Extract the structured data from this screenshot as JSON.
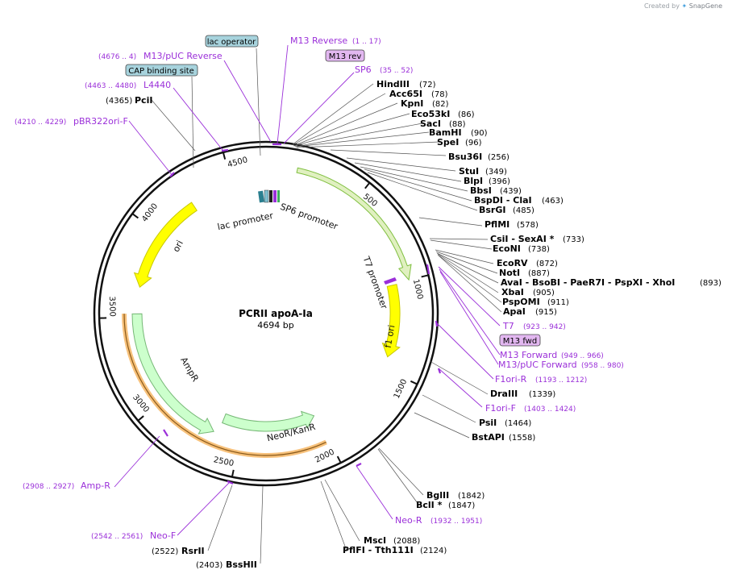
{
  "credit": {
    "prefix": "Created by",
    "brand": "SnapGene"
  },
  "plasmid": {
    "name": "PCRII apoA-Ia",
    "length_label": "4694 bp",
    "length": 4694
  },
  "ticks": [
    {
      "pos": 500,
      "label": "500"
    },
    {
      "pos": 1000,
      "label": "1000"
    },
    {
      "pos": 1500,
      "label": "1500"
    },
    {
      "pos": 2000,
      "label": "2000"
    },
    {
      "pos": 2500,
      "label": "2500"
    },
    {
      "pos": 3000,
      "label": "3000"
    },
    {
      "pos": 3500,
      "label": "3500"
    },
    {
      "pos": 4000,
      "label": "4000"
    },
    {
      "pos": 4500,
      "label": "4500"
    }
  ],
  "features": [
    {
      "name": "ori",
      "label": "ori",
      "start": 3675,
      "end": 4253,
      "dir": -1,
      "color": "#ffff00",
      "stroke": "#c9c900",
      "track": 2
    },
    {
      "name": "f1 ori",
      "label": "f1 ori",
      "start": 1009,
      "end": 1429,
      "dir": 1,
      "color": "#ffff00",
      "stroke": "#c9c900",
      "track": 2
    },
    {
      "name": "AmpR",
      "label": "AmpR",
      "start": 2659,
      "end": 3519,
      "dir": -1,
      "color": "#ccffcc",
      "stroke": "#76b876",
      "track": 2
    },
    {
      "name": "NeoR/KanR",
      "label": "NeoR/KanR",
      "start": 2019,
      "end": 2632,
      "dir": -1,
      "color": "#ccffcc",
      "stroke": "#76b876",
      "track": 3
    },
    {
      "name": "T7 promoter",
      "label": "T7 promoter",
      "start": 160,
      "end": 1000,
      "dir": 1,
      "color": "#e0f0c0",
      "stroke": "#7fbf3f",
      "track": 1
    }
  ],
  "inner_labels": [
    {
      "text": "lac promoter"
    },
    {
      "text": "SP6 promoter"
    },
    {
      "text": "T7 promoter"
    }
  ],
  "enzymes_right": [
    {
      "name": "HindIII",
      "pos": "(72)"
    },
    {
      "name": "Acc65I",
      "pos": "(78)"
    },
    {
      "name": "KpnI",
      "pos": "(82)"
    },
    {
      "name": "Eco53kI",
      "pos": "(86)"
    },
    {
      "name": "SacI",
      "pos": "(88)"
    },
    {
      "name": "BamHI",
      "pos": "(90)"
    },
    {
      "name": "SpeI",
      "pos": "(96)"
    },
    {
      "name": "Bsu36I",
      "pos": "(256)"
    },
    {
      "name": "StuI",
      "pos": "(349)"
    },
    {
      "name": "BlpI",
      "pos": "(396)"
    },
    {
      "name": "BbsI",
      "pos": "(439)"
    },
    {
      "name": "BspDI - ClaI",
      "pos": "(463)"
    },
    {
      "name": "BsrGI",
      "pos": "(485)"
    },
    {
      "name": "PflMI",
      "pos": "(578)"
    },
    {
      "name": "CsiI - SexAI *",
      "pos": "(733)"
    },
    {
      "name": "EcoNI",
      "pos": "(738)"
    },
    {
      "name": "EcoRV",
      "pos": "(872)"
    },
    {
      "name": "NotI",
      "pos": "(887)"
    },
    {
      "name": "AvaI - BsoBI - PaeR7I - PspXI - XhoI",
      "pos": "(893)"
    },
    {
      "name": "XbaI",
      "pos": "(905)"
    },
    {
      "name": "PspOMI",
      "pos": "(911)"
    },
    {
      "name": "ApaI",
      "pos": "(915)"
    },
    {
      "name": "DraIII",
      "pos": "(1339)"
    },
    {
      "name": "PsiI",
      "pos": "(1464)"
    },
    {
      "name": "BstAPI",
      "pos": "(1558)"
    },
    {
      "name": "BglII",
      "pos": "(1842)"
    },
    {
      "name": "BclI *",
      "pos": "(1847)"
    },
    {
      "name": "MscI",
      "pos": "(2088)"
    },
    {
      "name": "PflFI - Tth111I",
      "pos": "(2124)"
    }
  ],
  "enzymes_left": [
    {
      "name": "PciI",
      "pos": "(4365)"
    },
    {
      "name": "RsrII",
      "pos": "(2522)"
    },
    {
      "name": "BssHII",
      "pos": "(2403)"
    }
  ],
  "primers": [
    {
      "name": "M13 Reverse",
      "range": "(1 .. 17)"
    },
    {
      "name": "M13/pUC Reverse",
      "range": "(4676 .. 4)"
    },
    {
      "name": "SP6",
      "range": "(35 .. 52)"
    },
    {
      "name": "L4440",
      "range": "(4463 .. 4480)"
    },
    {
      "name": "pBR322ori-F",
      "range": "(4210 .. 4229)"
    },
    {
      "name": "T7",
      "range": "(923 .. 942)"
    },
    {
      "name": "M13 Forward",
      "range": "(949 .. 966)"
    },
    {
      "name": "M13/pUC Forward",
      "range": "(958 .. 980)"
    },
    {
      "name": "F1ori-R",
      "range": "(1193 .. 1212)"
    },
    {
      "name": "F1ori-F",
      "range": "(1403 .. 1424)"
    },
    {
      "name": "Neo-R",
      "range": "(1932 .. 1951)"
    },
    {
      "name": "Neo-F",
      "range": "(2542 .. 2561)"
    },
    {
      "name": "Amp-R",
      "range": "(2908 .. 2927)"
    }
  ],
  "boxed_labels": [
    {
      "text": "lac operator",
      "type": "feature"
    },
    {
      "text": "CAP binding site",
      "type": "feature"
    },
    {
      "text": "M13 rev",
      "type": "primer"
    },
    {
      "text": "M13 fwd",
      "type": "primer"
    }
  ],
  "colors": {
    "primer": "#9b30d9",
    "feature_box": "#a7d3dd",
    "primer_box": "#e2b7f0",
    "backbone": "#000000"
  }
}
